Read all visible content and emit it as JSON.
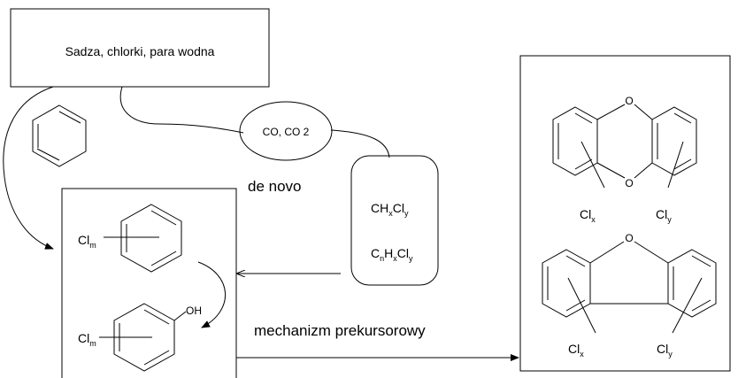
{
  "labels": {
    "source_box": "Sadza, chlorki, para wodna",
    "co_ellipse": "CO, CO 2",
    "de_novo": "de novo",
    "precursor_mechanism": "mechanizm prekursorowy",
    "cl": "Cl",
    "c": "C",
    "h": "H",
    "oh": "OH",
    "o": "O",
    "sub_m": "m",
    "sub_x": "x",
    "sub_y": "y",
    "sub_n": "n"
  }
}
